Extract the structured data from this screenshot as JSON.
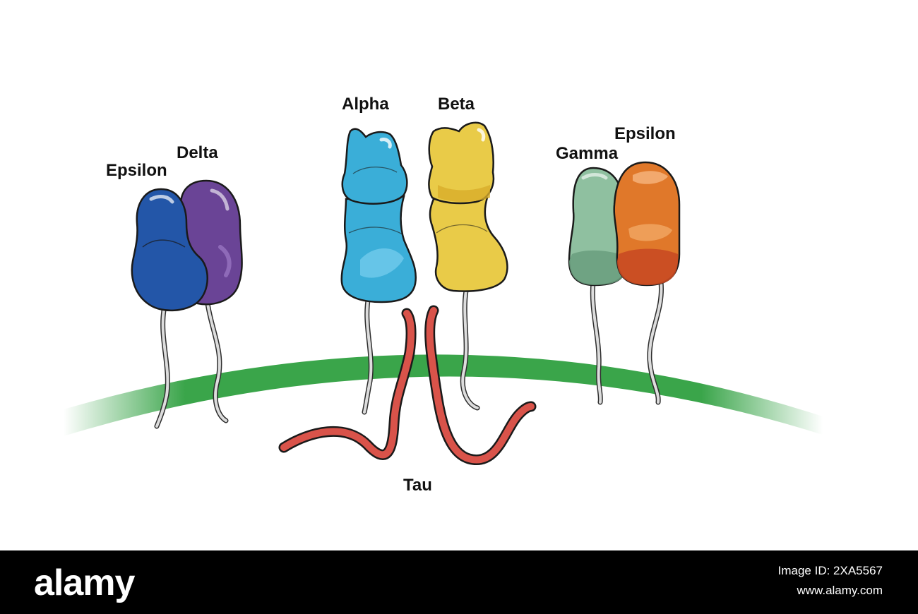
{
  "labels": {
    "epsilon_left": "Epsilon",
    "delta": "Delta",
    "alpha": "Alpha",
    "beta": "Beta",
    "gamma": "Gamma",
    "epsilon_right": "Epsilon",
    "tau": "Tau"
  },
  "colors": {
    "membrane": "#3aa54a",
    "epsilon_left": "#2356a8",
    "delta": "#6a4496",
    "alpha": "#3aaed8",
    "beta": "#e9cb48",
    "gamma": "#8fc0a0",
    "epsilon_right": "#e0782a",
    "tau": "#d9534a",
    "tether": "#dddddd"
  },
  "watermark": {
    "brand": "alamy",
    "image_id": "Image ID: 2XA5567",
    "site": "www.alamy.com"
  }
}
